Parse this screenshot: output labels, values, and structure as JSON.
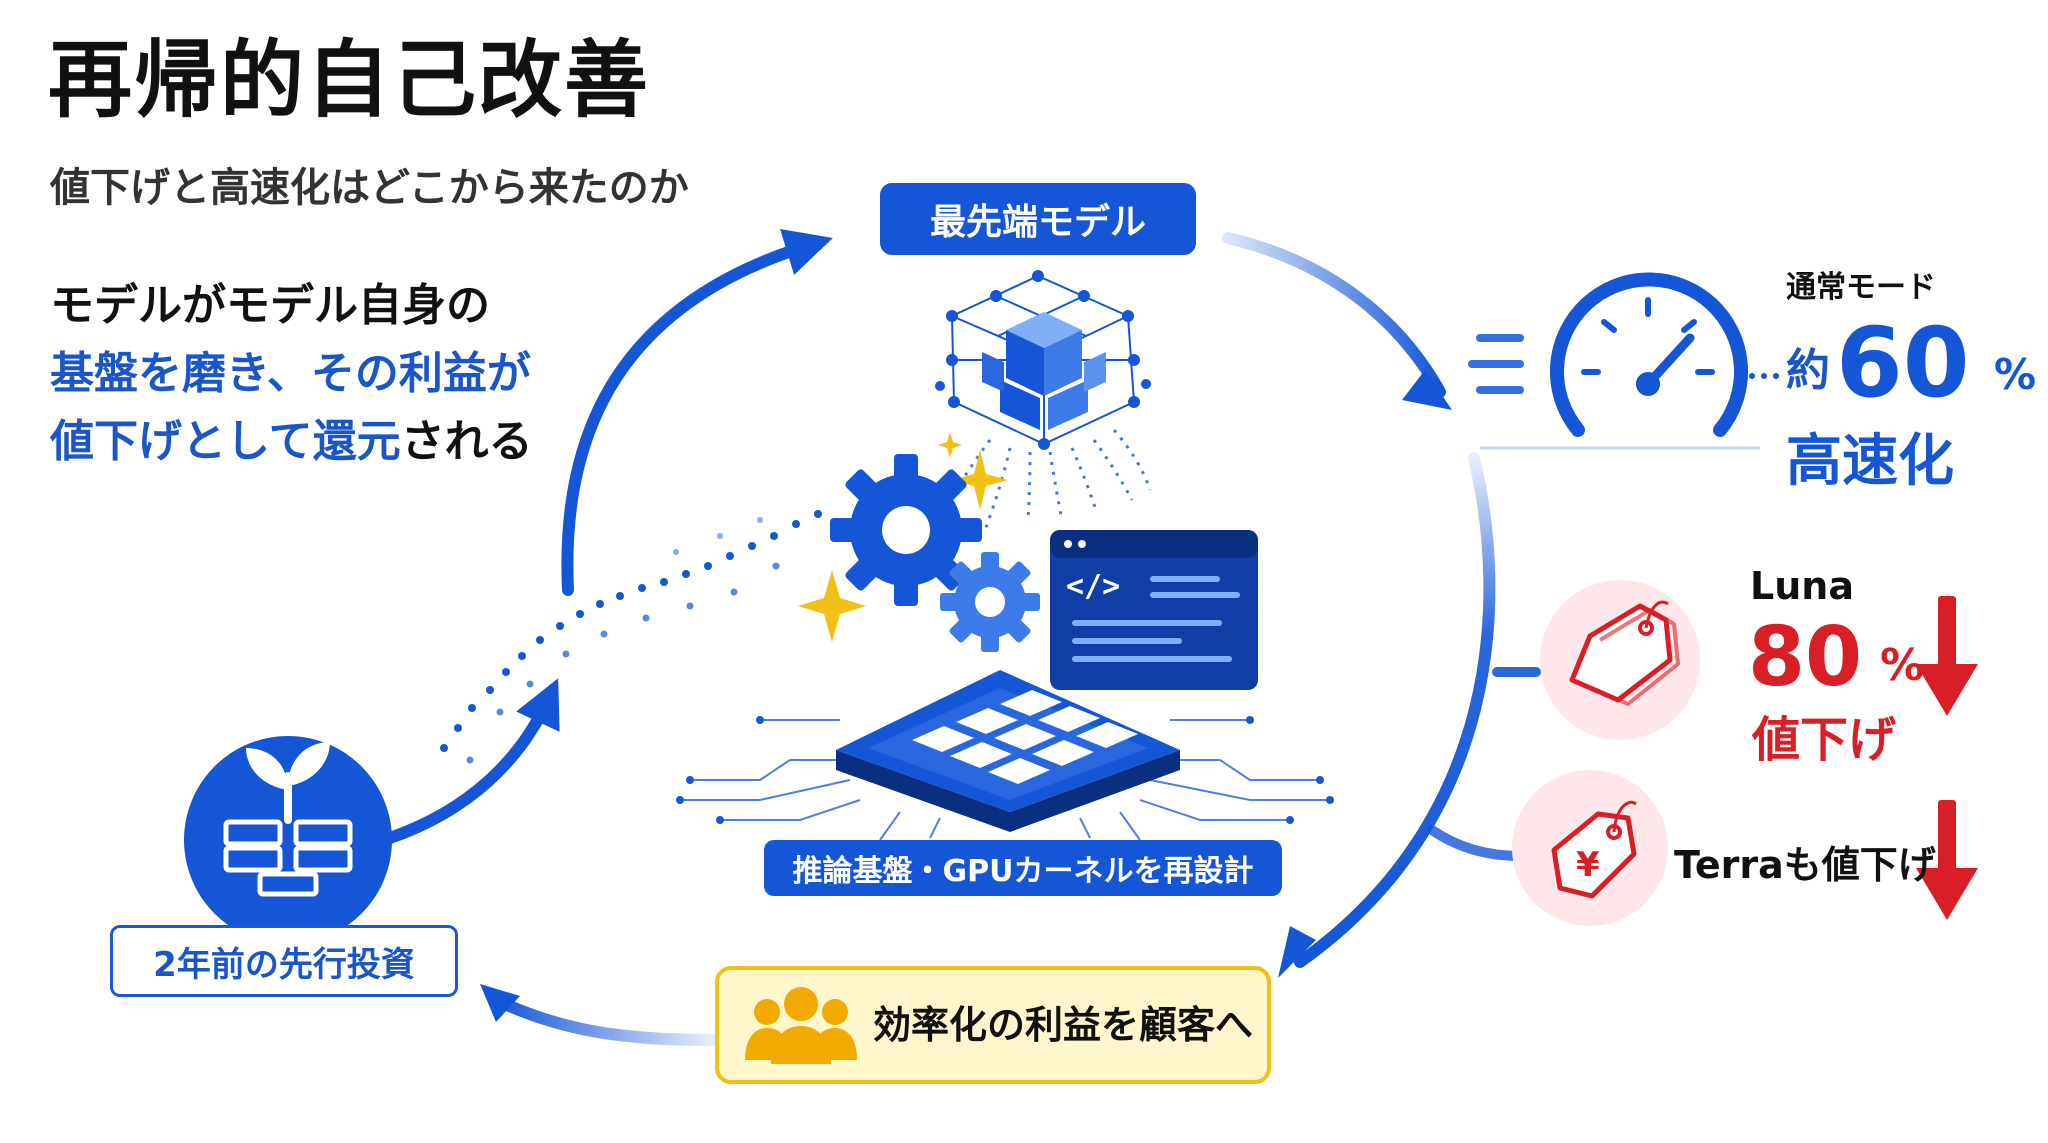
{
  "title": "再帰的自己改善",
  "subtitle": "値下げと高速化はどこから来たのか",
  "lead": {
    "line1": "モデルがモデル自身の",
    "line2": "基盤を磨き、その利益が",
    "line3_highlight": "値下げとして還元",
    "line3_tail": "される"
  },
  "nodes": {
    "frontier_model": "最先端モデル",
    "infra_redesign": "推論基盤・GPUカーネルを再設計",
    "prior_investment": "2年前の先行投資",
    "customer_benefit": "効率化の利益を顧客へ"
  },
  "results": {
    "speed": {
      "mode_label": "通常モード",
      "approx_prefix": "約",
      "value": "60",
      "unit": "%",
      "text": "高速化"
    },
    "luna": {
      "name": "Luna",
      "value": "80",
      "unit": "%",
      "text": "値下げ"
    },
    "terra": {
      "text": "Terraも値下げ"
    }
  },
  "colors": {
    "primary_blue": "#1456d6",
    "accent_red": "#d81f26",
    "accent_yellow": "#f2c014",
    "light_yellow": "#fff6cc",
    "light_red": "#fde7e9"
  },
  "icons": [
    "sprout-icon",
    "cube-network-icon",
    "gear-icon",
    "sparkle-icon",
    "code-window-icon",
    "gpu-chip-icon",
    "speedometer-icon",
    "price-tag-icon",
    "yen-tag-icon",
    "down-arrow-icon",
    "people-icon"
  ]
}
